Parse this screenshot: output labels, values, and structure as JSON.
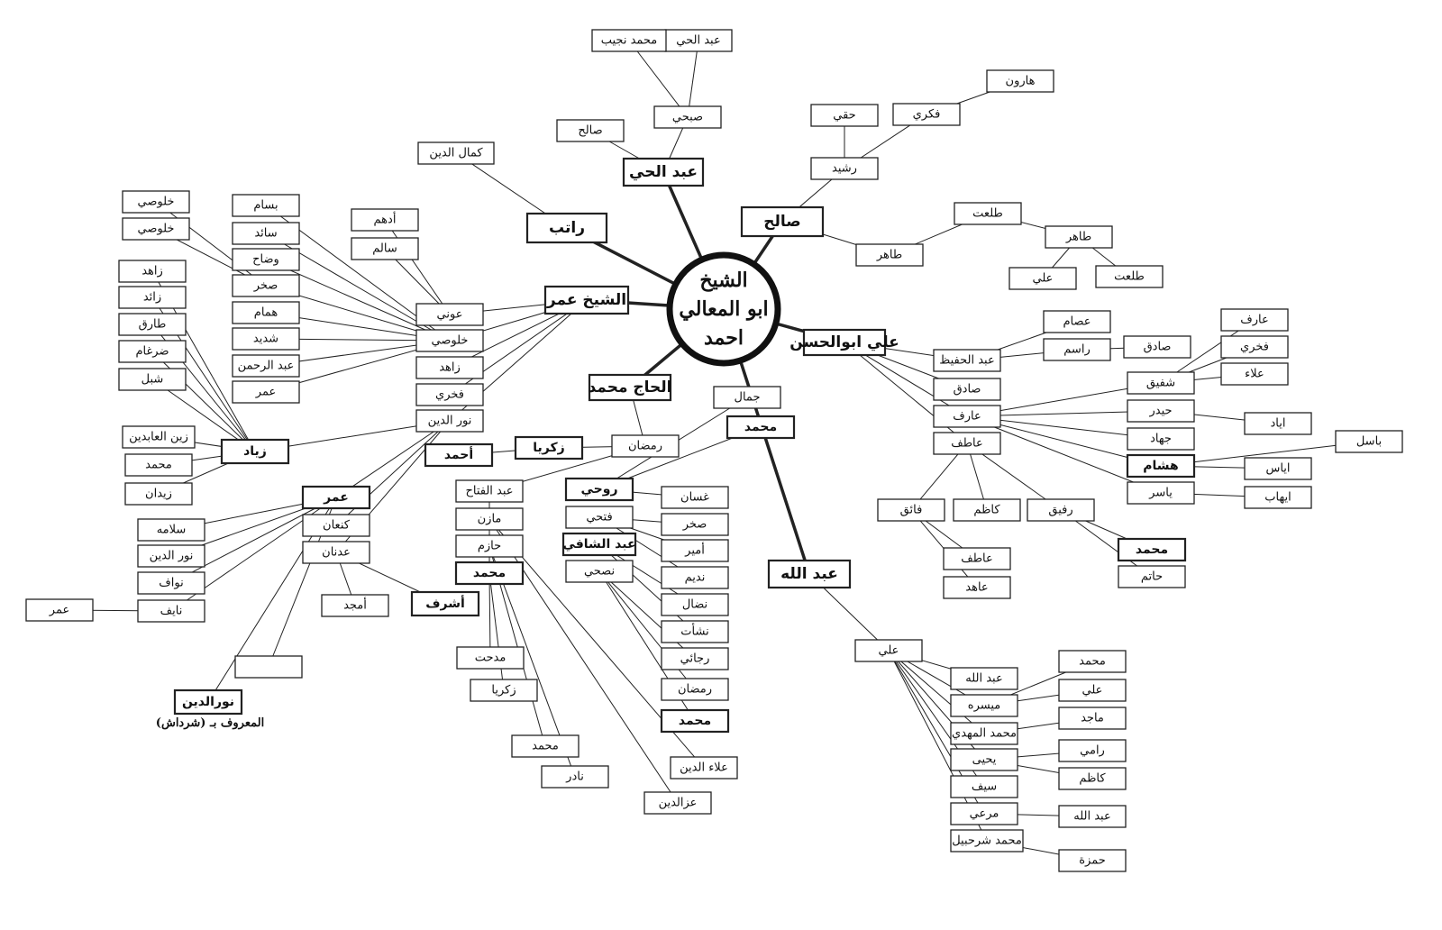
{
  "root": {
    "line1": "الشيخ",
    "line2": "ابو المعالي",
    "line3": "احمد"
  },
  "note": "المعروف بـ (شرداش)",
  "nodes": {
    "n1": "عبد الحي",
    "n2": "محمد نجيب",
    "n3": "صبحي",
    "n4": "صالح",
    "n5": "عبد الحي",
    "n6": "كمال الدين",
    "n7": "راتب",
    "n8": "هارون",
    "n9": "فكري",
    "n10": "حقي",
    "n11": "رشيد",
    "n12": "صالح",
    "n13": "طلعت",
    "n14": "طاهر",
    "n15": "طاهر",
    "n16": "علي",
    "n17": "طلعت",
    "n18": "أدهم",
    "n19": "سالم",
    "n20": "الشيخ عمر",
    "n21": "عوني",
    "n22": "خلوصي",
    "n23": "زاهد",
    "n24": "فخري",
    "n25": "نور الدين",
    "n26": "بسام",
    "n27": "سائد",
    "n28": "وضاح",
    "n29": "صخر",
    "n30": "همام",
    "n31": "شديد",
    "n32": "عبد الرحمن",
    "n33": "عمر",
    "n34": "خلوصي",
    "n35": "خلوصي",
    "n36": "زاهد",
    "n37": "زائد",
    "n38": "طارق",
    "n39": "ضرغام",
    "n40": "شبل",
    "n41": "زين العابدين",
    "n42": "محمد",
    "n43": "زيدان",
    "n44": "زياد",
    "n45": "عمر",
    "n46": "كنعان",
    "n47": "عدنان",
    "n48": "سلامه",
    "n49": "نور الدين",
    "n50": "نواف",
    "n51": "نايف",
    "n52": "عمر",
    "n53": "",
    "n54": "نورالدين",
    "n55": "أمجد",
    "n56": "أشرف",
    "n57": "الحاج محمد",
    "n58": "زكريا",
    "n59": "رمضان",
    "n60": "أحمد",
    "n61": "عبد الفتاح",
    "n62": "مازن",
    "n63": "حازم",
    "n64": "محمد",
    "n65": "مدحت",
    "n66": "زكريا",
    "n67": "محمد",
    "n68": "نادر",
    "n69": "جمال",
    "n70": "محمد",
    "n71": "روحي",
    "n72": "فتحي",
    "n73": "عبد الشافي",
    "n74": "نصحي",
    "n75": "غسان",
    "n76": "صخر",
    "n77": "أمير",
    "n78": "نديم",
    "n79": "نضال",
    "n80": "نشأت",
    "n81": "رجائي",
    "n82": "رمضان",
    "n83": "محمد",
    "n84": "علاء الدين",
    "n85": "عزالدين",
    "n86": "علي ابوالحسن",
    "n87": "عصام",
    "n88": "راسم",
    "n89": "صادق",
    "n90": "عبد الحفيظ",
    "n91": "صادق",
    "n92": "عارف",
    "n93": "عاطف",
    "n94": "عارف",
    "n95": "فخري",
    "n96": "علاء",
    "n97": "شفيق",
    "n98": "حيدر",
    "n99": "جهاد",
    "n100": "هشام",
    "n101": "ياسر",
    "n102": "اياد",
    "n103": "باسل",
    "n104": "اياس",
    "n105": "ايهاب",
    "n106": "فائق",
    "n107": "كاظم",
    "n108": "رفيق",
    "n109": "عاطف",
    "n110": "عاهد",
    "n111": "محمد",
    "n112": "حاتم",
    "n113": "عبد الله",
    "n114": "علي",
    "n115": "عبد الله",
    "n116": "ميسره",
    "n117": "محمد المهدي",
    "n118": "يحيى",
    "n119": "سيف",
    "n120": "مرعي",
    "n121": "محمد شرحبيل",
    "n122": "محمد",
    "n123": "علي",
    "n124": "ماجد",
    "n125": "رامي",
    "n126": "كاظم",
    "n127": "عبد الله",
    "n128": "حمزة"
  }
}
